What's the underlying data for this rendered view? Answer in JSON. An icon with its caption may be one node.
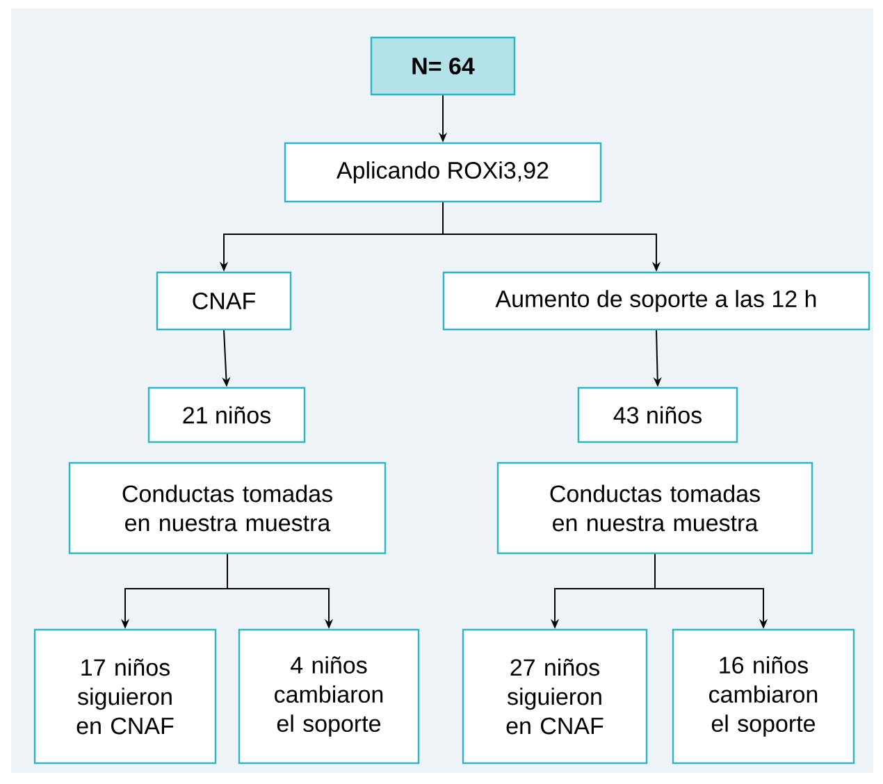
{
  "diagram": {
    "nodes": [
      {
        "text": [
          "N= 64"
        ]
      },
      {
        "text": [
          "Aplicando ROXi3,92"
        ]
      },
      {
        "text": [
          "CNAF"
        ]
      },
      {
        "text": [
          "Aumento de soporte a las 12 h"
        ]
      },
      {
        "text": [
          "21 niños"
        ]
      },
      {
        "text": [
          "43 niños"
        ]
      },
      {
        "text": [
          "Conductas tomadas en nuestra muestra"
        ]
      },
      {
        "text": [
          "Conductas tomadas en nuestra muestra"
        ]
      },
      {
        "text": [
          "17 niños siguieron en CNAF"
        ]
      },
      {
        "text": [
          "4 niños cambiaron el soporte"
        ]
      },
      {
        "text": [
          "27 niños siguieron en CNAF"
        ]
      },
      {
        "text": [
          "16 niños cambiaron el soporte"
        ]
      }
    ],
    "edges": [
      {
        "from": 0,
        "to": 1,
        "arrow": "to"
      },
      {
        "from": 1,
        "to": 2,
        "arrow": "to"
      },
      {
        "from": 1,
        "to": 3,
        "arrow": "to"
      },
      {
        "from": 2,
        "to": 4,
        "arrow": "to"
      },
      {
        "from": 3,
        "to": 5,
        "arrow": "to"
      },
      {
        "from": 6,
        "to": 8,
        "arrow": "to"
      },
      {
        "from": 6,
        "to": 9,
        "arrow": "to"
      },
      {
        "from": 7,
        "to": 10,
        "arrow": "to"
      },
      {
        "from": 7,
        "to": 11,
        "arrow": "to"
      }
    ]
  }
}
